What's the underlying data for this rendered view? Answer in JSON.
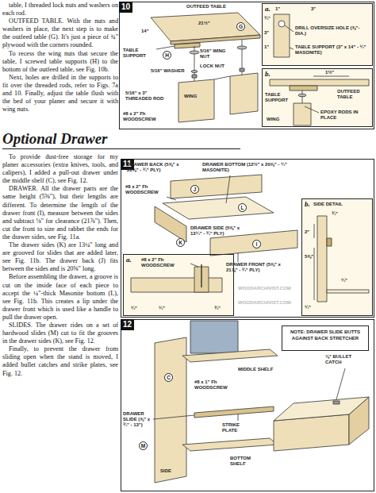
{
  "diagram": {
    "title": "Optional Drawer",
    "nodes": [
      {
        "text": [
          "10"
        ]
      },
      {
        "text": [
          "a."
        ],
        "in": 0
      },
      {
        "text": [
          "b."
        ],
        "in": 0
      },
      {
        "text": [
          "11"
        ]
      },
      {
        "text": [
          "a."
        ],
        "in": 3
      },
      {
        "text": [
          "b."
        ],
        "in": 3
      },
      {
        "text": [
          "12"
        ]
      },
      {
        "text": [
          "NOTE: DRAWER SLIDE BUTTS AGAINST BACK STRETCHER"
        ],
        "in": 6
      }
    ],
    "labels": [
      "table, I threaded lock nuts and washers on each rod.",
      "OUTFEED TABLE. With the nuts and washers in place, the next step is to make the outfeed table (G). It's just a piece of ¾\" plywood with the corners rounded.",
      "To recess the wing nuts that secure the table, I screwed table supports (H) to the bottom of the outfeed table, see Fig. 10b.",
      "Next, holes are drilled in the supports to fit over the threaded rods, refer to Figs. 7a and 10. Finally, adjust the table flush with the bed of your planer and secure it with wing nuts.",
      "To provide dust-free storage for my planer accessories (extra knives, tools, and calipers), I added a pull-out drawer under the middle shelf (C), see Fig. 12.",
      "DRAWER. All the drawer parts are the same height (5⅝\"), but their lengths are different. To determine the length of the drawer front (I), measure between the sides and subtract ⅛\" for clearance (21⅞\"). Then, cut the front to size and rabbet the ends for the drawer sides, see Fig. 11a.",
      "The drawer sides (K) are 13¼\" long and are grooved for slides that are added later, see Fig. 11b. The drawer back (J) fits between the sides and is 20⅝\" long.",
      "Before assembling the drawer, a groove is cut on the inside face of each piece to accept the ¼\"-thick Masonite bottom (L), see Fig. 11b. This creates a lip under the drawer front which is used like a handle to pull the drawer open.",
      "SLIDES. The drawer rides on a set of hardwood slides (M) cut to fit the grooves in the drawer sides (K), see Fig. 12.",
      "Finally, to prevent the drawer from sliding open when the stand is moved, I added bullet catches and strike plates, see Fig. 12.",
      "OUTFEED TABLE",
      "14\"",
      "21½\"",
      "G",
      "TABLE SUPPORT",
      "H",
      "5/16\" WING NUT",
      "5/16\" WASHER",
      "LOCK NUT",
      "5/16\" x 3\" THREADED ROD",
      "WING",
      "#8 x 2\" Fh WOODSCREW",
      "1\"",
      "3\"",
      "¾\"",
      "3\"",
      "1\"",
      "DRILL OVERSIZE HOLE (⅝\"-DIA.)",
      "TABLE SUPPORT (3\" x 14\" - ¼\" MASONITE)",
      "1½\"",
      "TABLE SUPPORT",
      "OUTFEED TABLE",
      "WING",
      "EPOXY RODS IN PLACE",
      "DRAWER BACK (5⅝\" x 20⅝\" - ¾\" PLY)",
      "J",
      "DRAWER BOTTOM (12½\" x 20⅝\" - ¼\" MASONITE)",
      "L",
      "#8 x 2\" Fh WOODSCREW",
      "DRAWER SIDE (5⅝\" x 13¼\" - ¾\" PLY)",
      "K",
      "DRAWER FRONT (5⅝\" x 21⅞\" - ¾\" PLY)",
      "I",
      "WOODARCHIVIST.COM",
      "WOODARCHIVIST.COM",
      "#8 x 2\" Fh WOODSCREW",
      "¼\"",
      "¼\"",
      "¾\"",
      "SIDE DETAIL",
      "2\"",
      "¾\"",
      "5⅝\"",
      "¼\"",
      "¼\"",
      "MIDDLE SHELF",
      "#8 x 1\" Fh WOODSCREW",
      "⅜\" BULLET CATCH",
      "STRIKE PLATE",
      "C",
      "DRAWER SLIDE (⅝\" x ¾\" - 13\")",
      "M",
      "BOTTOM SHELF",
      "SIDE"
    ]
  }
}
